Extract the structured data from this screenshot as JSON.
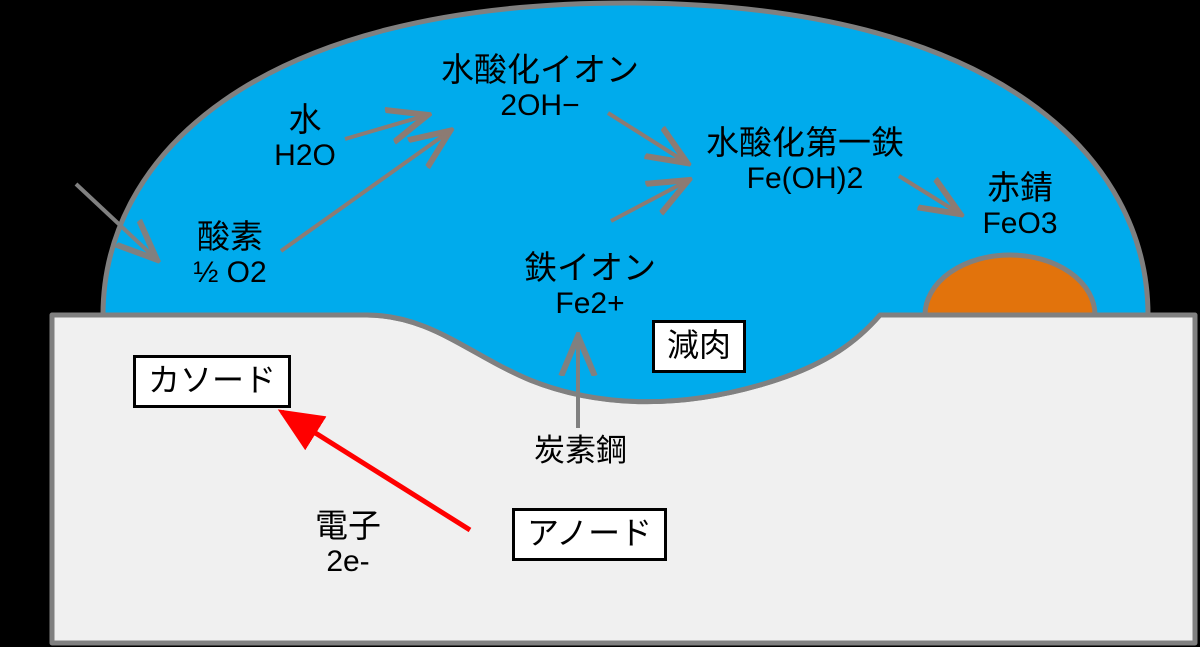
{
  "diagram": {
    "title": "Corrosion cell under a water droplet on carbon steel",
    "colors": {
      "water": "#00ABEC",
      "rust": "#E2730C",
      "steel": "#F0F0F0",
      "outline": "#808080",
      "arrow_gray": "#8C7B73",
      "arrow_plain": "#808080",
      "arrow_red": "#FF0000",
      "background": "#000000",
      "text": "#000000"
    },
    "labels": {
      "hydroxide_ion": {
        "name": "水酸化イオン",
        "formula": "2OH−"
      },
      "water": {
        "name": "水",
        "formula": "H2O"
      },
      "oxygen": {
        "name": "酸素",
        "formula": "½ O2"
      },
      "ferrous_hydroxide": {
        "name": "水酸化第一鉄",
        "formula": "Fe(OH)2"
      },
      "red_rust": {
        "name": "赤錆",
        "formula": "FeO3"
      },
      "iron_ion": {
        "name": "鉄イオン",
        "formula": "Fe2+"
      },
      "carbon_steel": {
        "name": "炭素鋼"
      },
      "electron": {
        "name": "電子",
        "formula": "2e-"
      }
    },
    "boxes": {
      "wall_thinning": "減肉",
      "cathode": "カソード",
      "anode": "アノード"
    }
  }
}
